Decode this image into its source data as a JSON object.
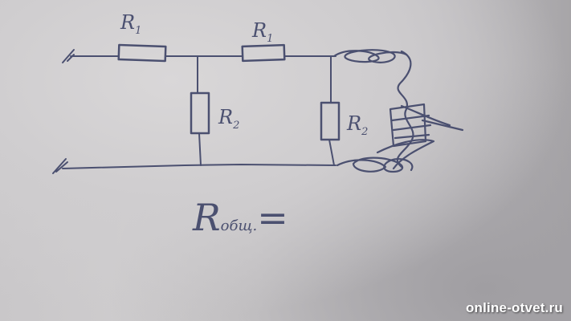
{
  "diagram": {
    "resistors": {
      "r1_first": "R",
      "r1_first_sub": "1",
      "r1_second": "R",
      "r1_second_sub": "1",
      "r2_first": "R",
      "r2_first_sub": "2",
      "r2_second": "R",
      "r2_second_sub": "2"
    },
    "total": {
      "symbol": "R",
      "subscript": "общ.",
      "equals": "="
    }
  },
  "watermark": "online-otvet.ru",
  "colors": {
    "ink": "#4b5070",
    "paper": "#cfcdcf"
  }
}
